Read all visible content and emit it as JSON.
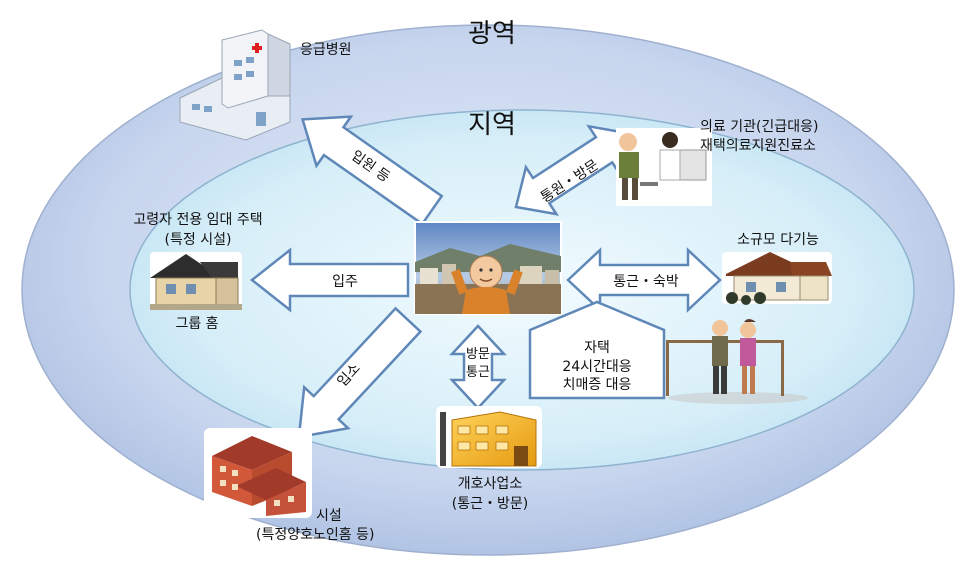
{
  "regions": {
    "outer": "광역",
    "inner": "지역"
  },
  "nodes": {
    "hospital": "응급병원",
    "clinic_line1": "의료 기관(긴급대응)",
    "clinic_line2": "재택의료지원진료소",
    "housing_line1": "고령자 전용 임대 주택",
    "housing_line2": "(특정 시설)",
    "group_home": "그룹 홈",
    "small_multi": "소규모 다기능",
    "care_office_line1": "개호사업소",
    "care_office_line2": "(통근・방문)",
    "facility_line1": "시설",
    "facility_line2": "(특정양호노인홈 등)"
  },
  "arrows": {
    "admission": "입원 등",
    "visit_clinic": "통원・방문",
    "move_in": "입주",
    "commute_stay": "통근・숙박",
    "visit_line1": "방문",
    "visit_line2": "통근",
    "enter_facility": "입소"
  },
  "home_box": {
    "line1": "자택",
    "line2": "24시간대응",
    "line3": "치매증 대응"
  },
  "colors": {
    "outer_ellipse": "#b9c9e8",
    "inner_ellipse": "#cfeaf6",
    "arrow_fill": "#ffffff",
    "arrow_stroke": "#5f87b8"
  }
}
